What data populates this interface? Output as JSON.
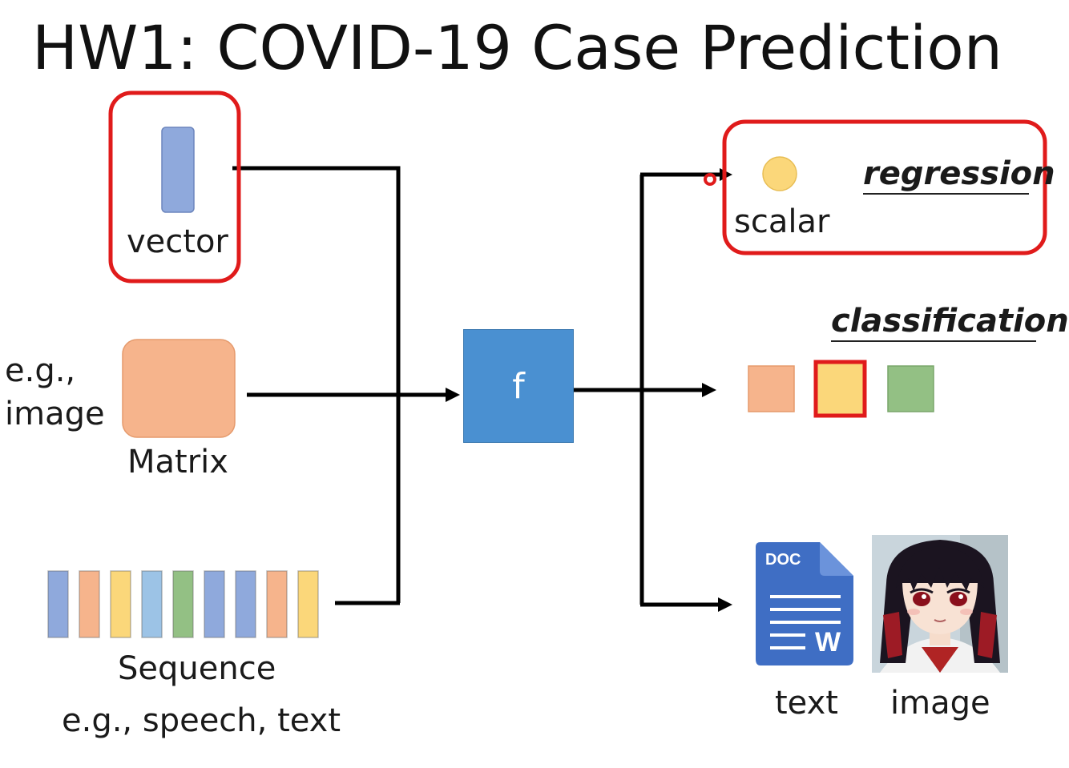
{
  "title": "HW1: COVID-19 Case Prediction",
  "inputs": {
    "vector_label": "vector",
    "matrix_label": "Matrix",
    "matrix_example_line1": "e.g.,",
    "matrix_example_line2": "image",
    "sequence_label": "Sequence",
    "sequence_example": "e.g., speech, text"
  },
  "function_label": "f",
  "outputs": {
    "regression_label": "regression",
    "scalar_label": "scalar",
    "classification_label": "classification",
    "text_label": "text",
    "image_label": "image",
    "doc_icon_label": "DOC",
    "doc_icon_letter": "W"
  },
  "colors": {
    "vector_blue": "#8fa9dc",
    "matrix_orange": "#f6b48c",
    "yellow": "#fbd77a",
    "green": "#93c084",
    "light_blue": "#9cc3e6",
    "function_blue": "#4a90d1",
    "highlight_red": "#e01b1b",
    "arrow": "#000000"
  },
  "sequence_colors": [
    "vector_blue",
    "matrix_orange",
    "yellow",
    "light_blue",
    "green",
    "vector_blue",
    "vector_blue",
    "matrix_orange",
    "yellow"
  ],
  "class_colors": [
    "matrix_orange",
    "yellow",
    "green"
  ]
}
